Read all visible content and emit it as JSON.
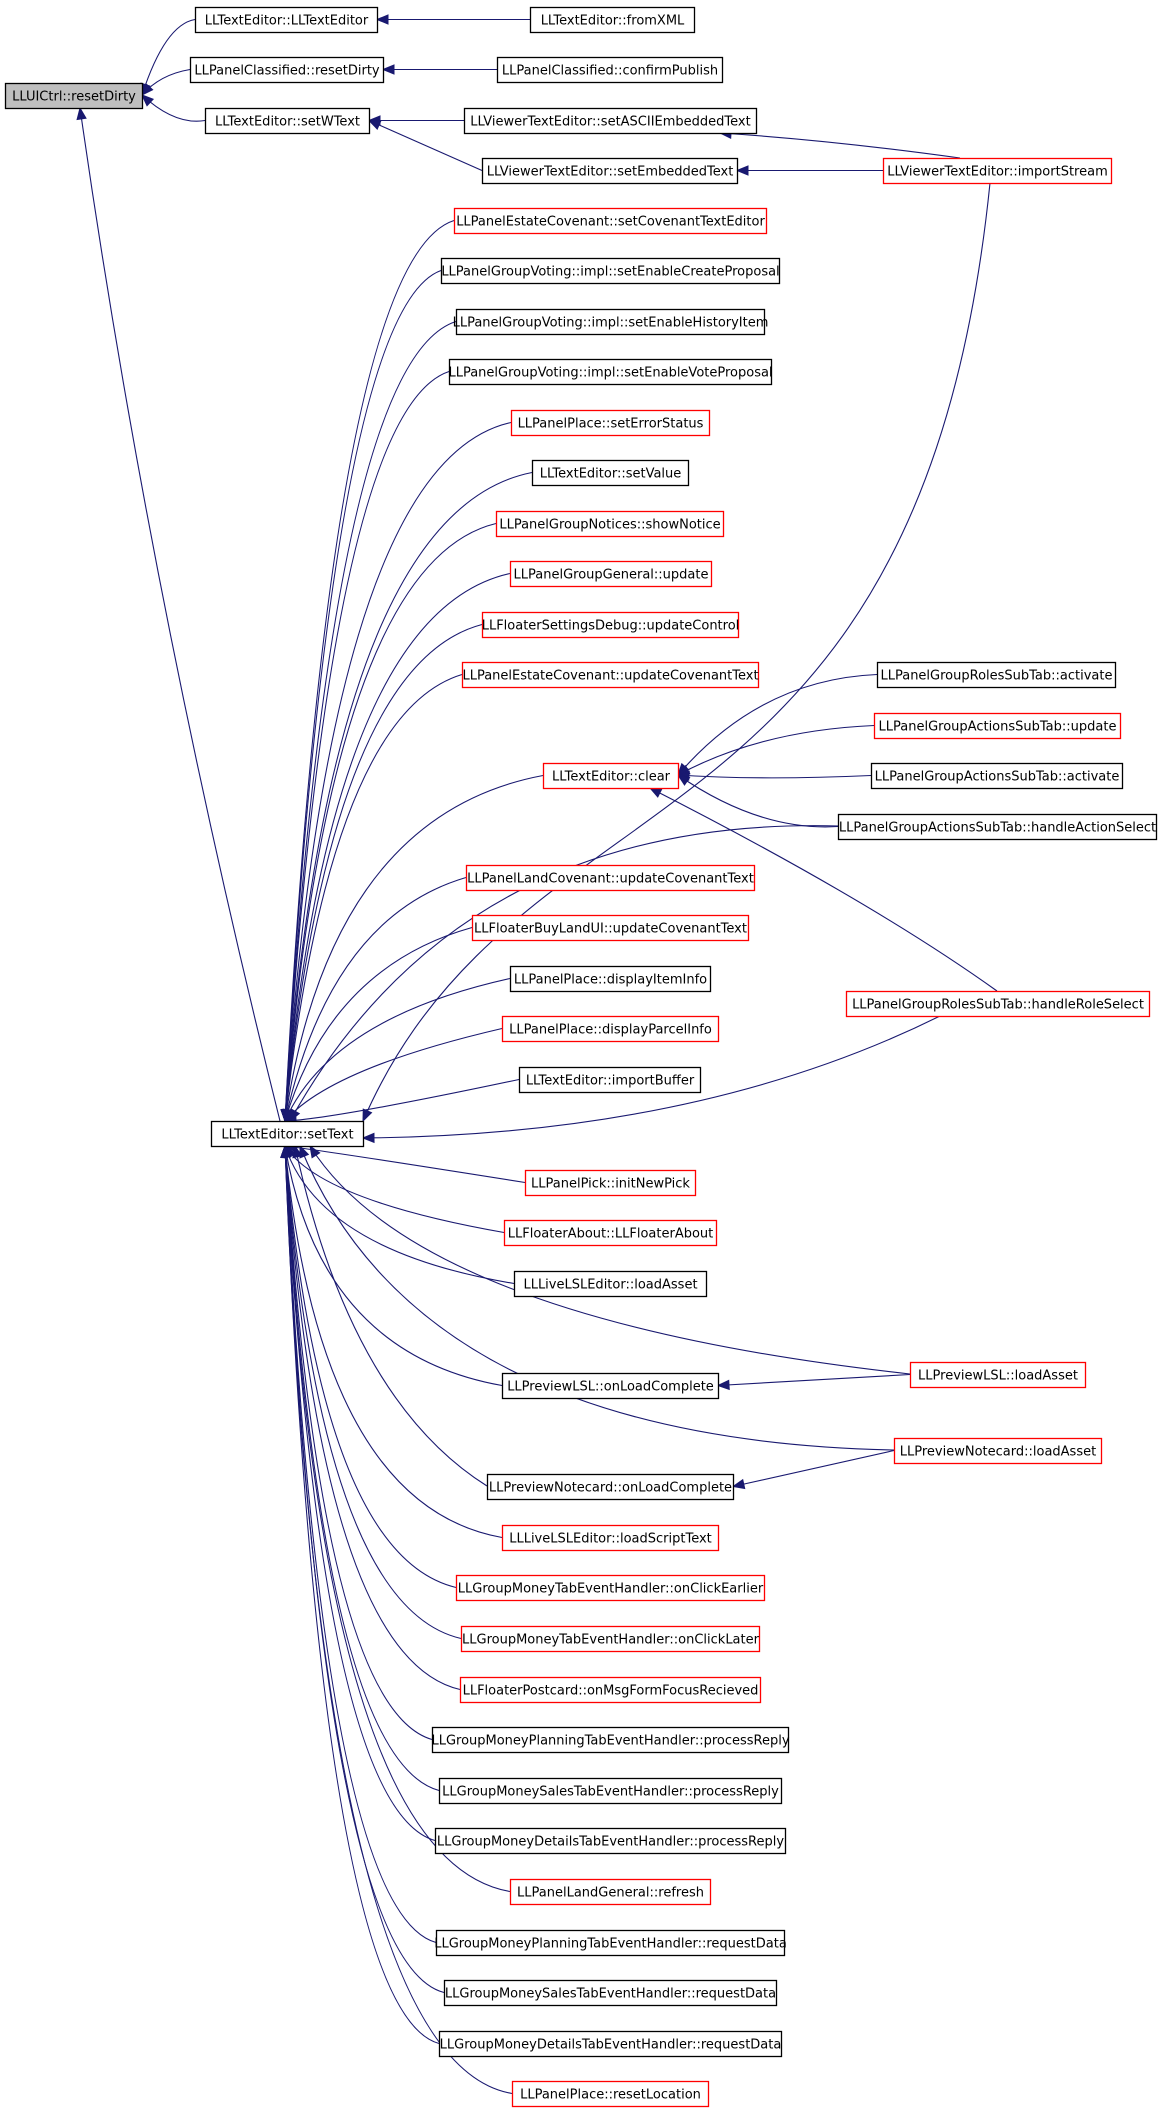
{
  "colors": {
    "edge": "#191970",
    "black_border": "#000000",
    "red_border": "#ff0000",
    "root_fill": "#bfbfbf"
  },
  "nodes": [
    {
      "id": "resetDirty",
      "label": "LLUICtrl::resetDirty",
      "border": "root"
    },
    {
      "id": "te_ctor",
      "label": "LLTextEditor::LLTextEditor",
      "border": "black"
    },
    {
      "id": "te_fromXML",
      "label": "LLTextEditor::fromXML",
      "border": "black"
    },
    {
      "id": "pc_reset",
      "label": "LLPanelClassified::resetDirty",
      "border": "black"
    },
    {
      "id": "pc_confirm",
      "label": "LLPanelClassified::confirmPublish",
      "border": "black"
    },
    {
      "id": "te_setWText",
      "label": "LLTextEditor::setWText",
      "border": "black"
    },
    {
      "id": "vte_ascii",
      "label": "LLViewerTextEditor::setASCIIEmbeddedText",
      "border": "black"
    },
    {
      "id": "vte_embedded",
      "label": "LLViewerTextEditor::setEmbeddedText",
      "border": "black"
    },
    {
      "id": "vte_import",
      "label": "LLViewerTextEditor::importStream",
      "border": "red"
    },
    {
      "id": "pec_setEditor",
      "label": "LLPanelEstateCovenant::setCovenantTextEditor",
      "border": "red"
    },
    {
      "id": "pgv_create",
      "label": "LLPanelGroupVoting::impl::setEnableCreateProposal",
      "border": "black"
    },
    {
      "id": "pgv_history",
      "label": "LLPanelGroupVoting::impl::setEnableHistoryItem",
      "border": "black"
    },
    {
      "id": "pgv_vote",
      "label": "LLPanelGroupVoting::impl::setEnableVoteProposal",
      "border": "black"
    },
    {
      "id": "pp_error",
      "label": "LLPanelPlace::setErrorStatus",
      "border": "red"
    },
    {
      "id": "te_setValue",
      "label": "LLTextEditor::setValue",
      "border": "black"
    },
    {
      "id": "pgn_show",
      "label": "LLPanelGroupNotices::showNotice",
      "border": "red"
    },
    {
      "id": "pgg_update",
      "label": "LLPanelGroupGeneral::update",
      "border": "red"
    },
    {
      "id": "fsd_update",
      "label": "LLFloaterSettingsDebug::updateControl",
      "border": "red"
    },
    {
      "id": "pec_update",
      "label": "LLPanelEstateCovenant::updateCovenantText",
      "border": "red"
    },
    {
      "id": "pgrs_activate",
      "label": "LLPanelGroupRolesSubTab::activate",
      "border": "black"
    },
    {
      "id": "pgas_update",
      "label": "LLPanelGroupActionsSubTab::update",
      "border": "red"
    },
    {
      "id": "te_clear",
      "label": "LLTextEditor::clear",
      "border": "red"
    },
    {
      "id": "pgas_activate",
      "label": "LLPanelGroupActionsSubTab::activate",
      "border": "black"
    },
    {
      "id": "pgas_handle",
      "label": "LLPanelGroupActionsSubTab::handleActionSelect",
      "border": "black"
    },
    {
      "id": "plc_update",
      "label": "LLPanelLandCovenant::updateCovenantText",
      "border": "red"
    },
    {
      "id": "fbl_update",
      "label": "LLFloaterBuyLandUI::updateCovenantText",
      "border": "red"
    },
    {
      "id": "pp_item",
      "label": "LLPanelPlace::displayItemInfo",
      "border": "black"
    },
    {
      "id": "pgrs_handle",
      "label": "LLPanelGroupRolesSubTab::handleRoleSelect",
      "border": "red"
    },
    {
      "id": "pp_parcel",
      "label": "LLPanelPlace::displayParcelInfo",
      "border": "red"
    },
    {
      "id": "te_importBuffer",
      "label": "LLTextEditor::importBuffer",
      "border": "black"
    },
    {
      "id": "te_setText",
      "label": "LLTextEditor::setText",
      "border": "black"
    },
    {
      "id": "ppick_init",
      "label": "LLPanelPick::initNewPick",
      "border": "red"
    },
    {
      "id": "fa_ctor",
      "label": "LLFloaterAbout::LLFloaterAbout",
      "border": "red"
    },
    {
      "id": "lsl_load",
      "label": "LLLiveLSLEditor::loadAsset",
      "border": "black"
    },
    {
      "id": "plsl_load",
      "label": "LLPreviewLSL::loadAsset",
      "border": "red"
    },
    {
      "id": "plsl_complete",
      "label": "LLPreviewLSL::onLoadComplete",
      "border": "black"
    },
    {
      "id": "pnote_load",
      "label": "LLPreviewNotecard::loadAsset",
      "border": "red"
    },
    {
      "id": "pnote_complete",
      "label": "LLPreviewNotecard::onLoadComplete",
      "border": "black"
    },
    {
      "id": "lsl_script",
      "label": "LLLiveLSLEditor::loadScriptText",
      "border": "red"
    },
    {
      "id": "gm_earlier",
      "label": "LLGroupMoneyTabEventHandler::onClickEarlier",
      "border": "red"
    },
    {
      "id": "gm_later",
      "label": "LLGroupMoneyTabEventHandler::onClickLater",
      "border": "red"
    },
    {
      "id": "fpc_focus",
      "label": "LLFloaterPostcard::onMsgFormFocusRecieved",
      "border": "red"
    },
    {
      "id": "gmp_reply",
      "label": "LLGroupMoneyPlanningTabEventHandler::processReply",
      "border": "black"
    },
    {
      "id": "gms_reply",
      "label": "LLGroupMoneySalesTabEventHandler::processReply",
      "border": "black"
    },
    {
      "id": "gmd_reply",
      "label": "LLGroupMoneyDetailsTabEventHandler::processReply",
      "border": "black"
    },
    {
      "id": "plg_refresh",
      "label": "LLPanelLandGeneral::refresh",
      "border": "red"
    },
    {
      "id": "gmp_request",
      "label": "LLGroupMoneyPlanningTabEventHandler::requestData",
      "border": "black"
    },
    {
      "id": "gms_request",
      "label": "LLGroupMoneySalesTabEventHandler::requestData",
      "border": "black"
    },
    {
      "id": "gmd_request",
      "label": "LLGroupMoneyDetailsTabEventHandler::requestData",
      "border": "black"
    },
    {
      "id": "pp_reset",
      "label": "LLPanelPlace::resetLocation",
      "border": "red"
    }
  ],
  "edges": [
    {
      "from": "te_ctor",
      "to": "resetDirty"
    },
    {
      "from": "pc_reset",
      "to": "resetDirty"
    },
    {
      "from": "te_setWText",
      "to": "resetDirty"
    },
    {
      "from": "te_setText",
      "to": "resetDirty"
    },
    {
      "from": "te_fromXML",
      "to": "te_ctor"
    },
    {
      "from": "pc_confirm",
      "to": "pc_reset"
    },
    {
      "from": "vte_ascii",
      "to": "te_setWText"
    },
    {
      "from": "vte_embedded",
      "to": "te_setWText"
    },
    {
      "from": "vte_import",
      "to": "vte_ascii"
    },
    {
      "from": "vte_import",
      "to": "vte_embedded"
    },
    {
      "from": "pec_setEditor",
      "to": "te_setText"
    },
    {
      "from": "pgv_create",
      "to": "te_setText"
    },
    {
      "from": "pgv_history",
      "to": "te_setText"
    },
    {
      "from": "pgv_vote",
      "to": "te_setText"
    },
    {
      "from": "pp_error",
      "to": "te_setText"
    },
    {
      "from": "te_setValue",
      "to": "te_setText"
    },
    {
      "from": "pgn_show",
      "to": "te_setText"
    },
    {
      "from": "pgg_update",
      "to": "te_setText"
    },
    {
      "from": "fsd_update",
      "to": "te_setText"
    },
    {
      "from": "pec_update",
      "to": "te_setText"
    },
    {
      "from": "vte_import",
      "to": "te_setText"
    },
    {
      "from": "te_clear",
      "to": "te_setText"
    },
    {
      "from": "pgas_handle",
      "to": "te_setText"
    },
    {
      "from": "pgrs_activate",
      "to": "te_clear"
    },
    {
      "from": "pgas_update",
      "to": "te_clear"
    },
    {
      "from": "pgas_activate",
      "to": "te_clear"
    },
    {
      "from": "pgas_handle",
      "to": "te_clear"
    },
    {
      "from": "pgrs_handle",
      "to": "te_clear"
    },
    {
      "from": "plc_update",
      "to": "te_setText"
    },
    {
      "from": "fbl_update",
      "to": "te_setText"
    },
    {
      "from": "pp_item",
      "to": "te_setText"
    },
    {
      "from": "pp_parcel",
      "to": "te_setText"
    },
    {
      "from": "te_importBuffer",
      "to": "te_setText"
    },
    {
      "from": "pgrs_handle",
      "to": "te_setText"
    },
    {
      "from": "ppick_init",
      "to": "te_setText"
    },
    {
      "from": "fa_ctor",
      "to": "te_setText"
    },
    {
      "from": "lsl_load",
      "to": "te_setText"
    },
    {
      "from": "plsl_load",
      "to": "te_setText"
    },
    {
      "from": "plsl_complete",
      "to": "te_setText"
    },
    {
      "from": "plsl_load",
      "to": "plsl_complete"
    },
    {
      "from": "pnote_load",
      "to": "te_setText"
    },
    {
      "from": "pnote_complete",
      "to": "te_setText"
    },
    {
      "from": "pnote_load",
      "to": "pnote_complete"
    },
    {
      "from": "lsl_script",
      "to": "te_setText"
    },
    {
      "from": "gm_earlier",
      "to": "te_setText"
    },
    {
      "from": "gm_later",
      "to": "te_setText"
    },
    {
      "from": "fpc_focus",
      "to": "te_setText"
    },
    {
      "from": "gmp_reply",
      "to": "te_setText"
    },
    {
      "from": "gms_reply",
      "to": "te_setText"
    },
    {
      "from": "gmd_reply",
      "to": "te_setText"
    },
    {
      "from": "plg_refresh",
      "to": "te_setText"
    },
    {
      "from": "gmp_request",
      "to": "te_setText"
    },
    {
      "from": "gms_request",
      "to": "te_setText"
    },
    {
      "from": "gmd_request",
      "to": "te_setText"
    },
    {
      "from": "pp_reset",
      "to": "te_setText"
    }
  ]
}
